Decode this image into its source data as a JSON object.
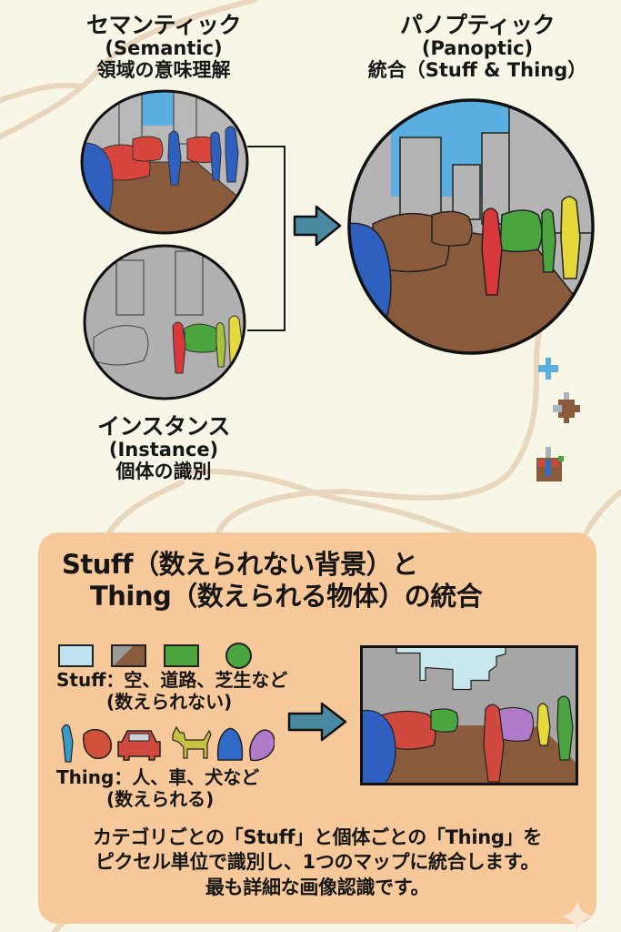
{
  "semantic": {
    "title_ja": "セマンティック",
    "title_en": "(Semantic)",
    "subtitle": "領域の意味理解"
  },
  "instance": {
    "title_ja": "インスタンス",
    "title_en": "(Instance)",
    "subtitle": "個体の識別"
  },
  "panoptic": {
    "title_ja": "パノプティック",
    "title_en": "(Panoptic)",
    "subtitle": "統合（Stuff & Thing）"
  },
  "panel": {
    "title_line1": "Stuff（数えられない背景）と",
    "title_line2": "Thing（数えられる物体）の統合",
    "stuff": {
      "label": "Stuff：空、道路、芝生など",
      "sub": "(数えられない)",
      "swatches": [
        {
          "name": "sky",
          "color": "#bfe3ee"
        },
        {
          "name": "road",
          "color": "#8a5a3c"
        },
        {
          "name": "grass",
          "color": "#4aa53f"
        },
        {
          "name": "tree",
          "color": "#4aa53f"
        }
      ]
    },
    "thing": {
      "label": "Thing：人、車、犬など",
      "sub": "(数えられる)",
      "icons": [
        "person",
        "blob",
        "car",
        "dog",
        "bell-blob",
        "purple-blob"
      ]
    },
    "summary_line1": "カテゴリごとの「Stuff」と個体ごとの「Thing」を",
    "summary_line2": "ピクセル単位で識別し、1つのマップに統合します。",
    "summary_line3": "最も詳細な画像認識です。"
  },
  "colors": {
    "background": "#f8f6e6",
    "panel": "#f7c99a",
    "arrow": "#4a8aa0",
    "semantic_car": "#d8453c",
    "semantic_person": "#2f5fbf",
    "road": "#8a5a3c",
    "building": "#b4b4b4",
    "sky": "#5aaee0",
    "instance_red": "#d8383a",
    "instance_green": "#4aa53f",
    "instance_yellow": "#e6d83a",
    "thing_purple": "#b07ac8"
  }
}
